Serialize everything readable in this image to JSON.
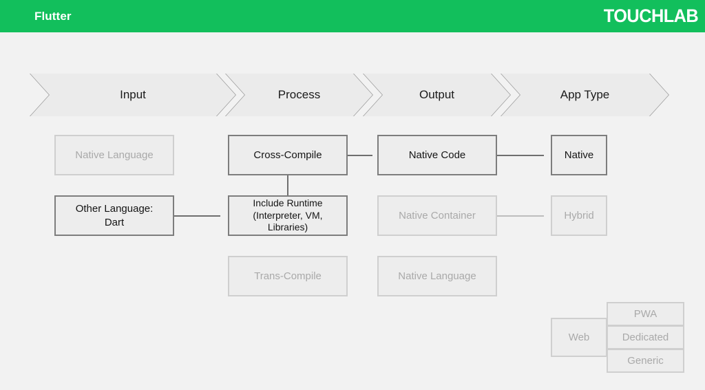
{
  "header": {
    "title": "Flutter",
    "brand": "TOUCHLAB",
    "background_color": "#12bf5c",
    "text_color": "#ffffff"
  },
  "page": {
    "background_color": "#f2f2f2"
  },
  "colors": {
    "active_border": "#7d7d7d",
    "active_text": "#141414",
    "faded_border": "#cfcfcf",
    "faded_text": "#a9a9a9",
    "node_fill": "#ededed",
    "chevron_fill": "#ebebeb",
    "chevron_border": "#9a9a9a",
    "connector_dark": "#6e6e6e",
    "connector_light": "#bdbdbd"
  },
  "banner": {
    "stages": [
      {
        "label": "Input"
      },
      {
        "label": "Process"
      },
      {
        "label": "Output"
      },
      {
        "label": "App Type"
      }
    ]
  },
  "diagram": {
    "nodes": [
      {
        "id": "native-language-input",
        "label": "Native Language",
        "state": "faded",
        "column": "Input",
        "row": 1
      },
      {
        "id": "cross-compile",
        "label": "Cross-Compile",
        "state": "active",
        "column": "Process",
        "row": 1
      },
      {
        "id": "native-code",
        "label": "Native Code",
        "state": "active",
        "column": "Output",
        "row": 1
      },
      {
        "id": "native",
        "label": "Native",
        "state": "active",
        "column": "App Type",
        "row": 1
      },
      {
        "id": "other-language-dart",
        "label": "Other Language:\nDart",
        "state": "active",
        "column": "Input",
        "row": 2
      },
      {
        "id": "include-runtime",
        "label": "Include Runtime\n(Interpreter, VM,\nLibraries)",
        "state": "active",
        "column": "Process",
        "row": 2
      },
      {
        "id": "native-container",
        "label": "Native Container",
        "state": "faded",
        "column": "Output",
        "row": 2
      },
      {
        "id": "hybrid",
        "label": "Hybrid",
        "state": "faded",
        "column": "App Type",
        "row": 2
      },
      {
        "id": "trans-compile",
        "label": "Trans-Compile",
        "state": "faded",
        "column": "Process",
        "row": 3
      },
      {
        "id": "native-language-output",
        "label": "Native Language",
        "state": "faded",
        "column": "Output",
        "row": 3
      }
    ],
    "web_cluster": {
      "web": {
        "label": "Web",
        "state": "faded"
      },
      "variants": [
        {
          "label": "PWA",
          "state": "faded"
        },
        {
          "label": "Dedicated",
          "state": "faded"
        },
        {
          "label": "Generic",
          "state": "faded"
        }
      ]
    },
    "connectors": [
      {
        "id": "cross-compile-to-native-code",
        "from": "cross-compile",
        "to": "native-code",
        "style": "dark",
        "direction": "right"
      },
      {
        "id": "native-code-to-native",
        "from": "native-code",
        "to": "native",
        "style": "dark",
        "direction": "right"
      },
      {
        "id": "other-language-to-include-runtime",
        "from": "other-language-dart",
        "to": "include-runtime",
        "style": "dark",
        "direction": "right"
      },
      {
        "id": "include-runtime-to-cross-compile",
        "from": "include-runtime",
        "to": "cross-compile",
        "style": "dark",
        "direction": "up"
      },
      {
        "id": "native-container-to-hybrid",
        "from": "native-container",
        "to": "hybrid",
        "style": "light",
        "direction": "right"
      }
    ]
  }
}
